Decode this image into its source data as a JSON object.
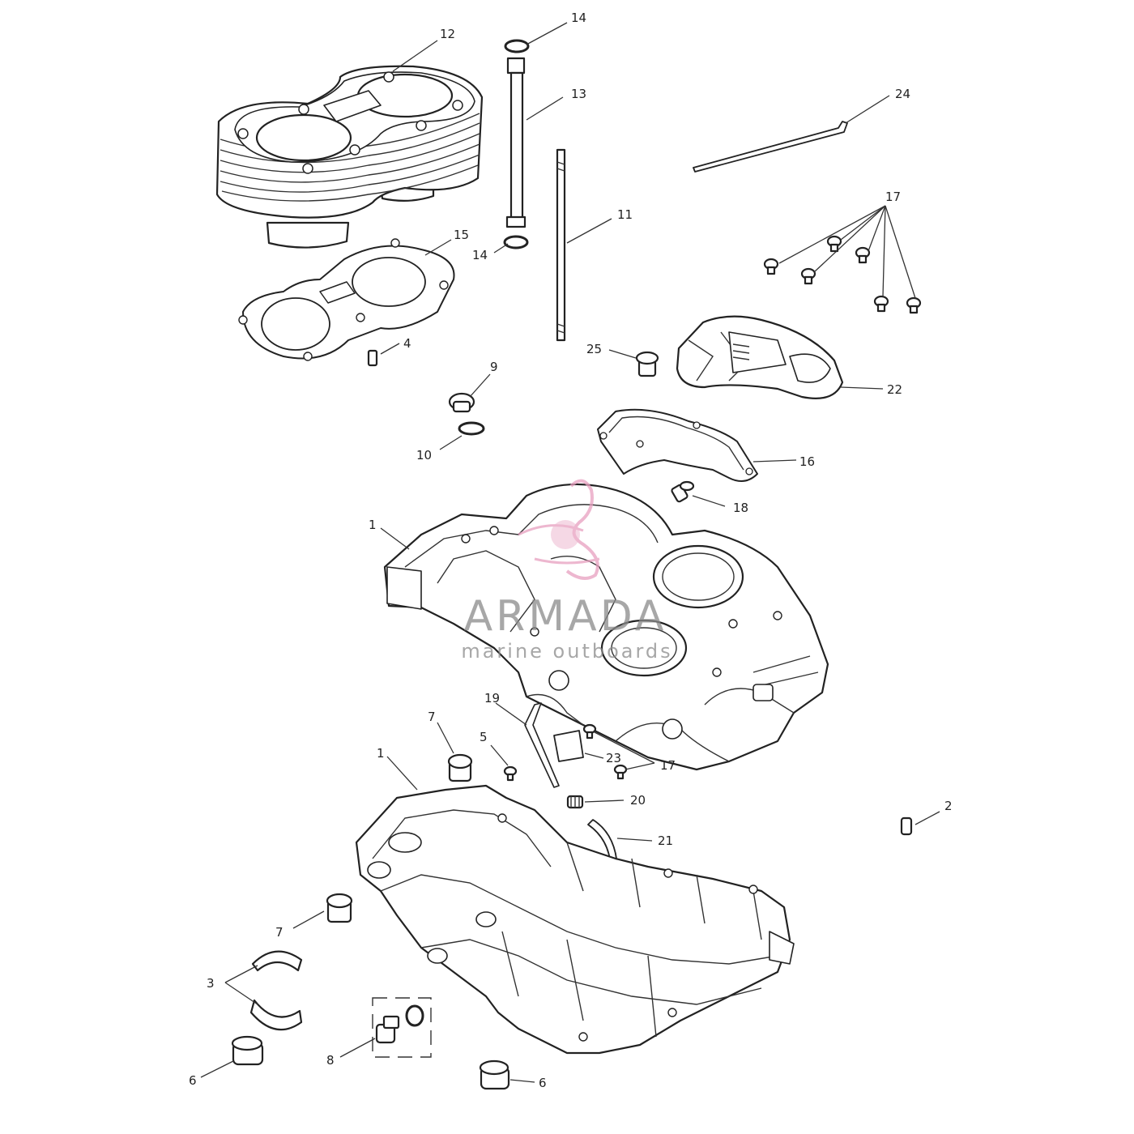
{
  "watermark": {
    "brand": "ARMADA",
    "tagline": "marine outboards",
    "accent_color": "#e8a0c0",
    "text_color": "#8a8a8a"
  },
  "callouts": [
    {
      "id": "c14a",
      "label": "14"
    },
    {
      "id": "c12",
      "label": "12"
    },
    {
      "id": "c13",
      "label": "13"
    },
    {
      "id": "c24",
      "label": "24"
    },
    {
      "id": "c11",
      "label": "11"
    },
    {
      "id": "c17a",
      "label": "17"
    },
    {
      "id": "c15",
      "label": "15"
    },
    {
      "id": "c14b",
      "label": "14"
    },
    {
      "id": "c4",
      "label": "4"
    },
    {
      "id": "c25",
      "label": "25"
    },
    {
      "id": "c9",
      "label": "9"
    },
    {
      "id": "c22",
      "label": "22"
    },
    {
      "id": "c10",
      "label": "10"
    },
    {
      "id": "c16",
      "label": "16"
    },
    {
      "id": "c18",
      "label": "18"
    },
    {
      "id": "c1a",
      "label": "1"
    },
    {
      "id": "c19",
      "label": "19"
    },
    {
      "id": "c7a",
      "label": "7"
    },
    {
      "id": "c5",
      "label": "5"
    },
    {
      "id": "c23",
      "label": "23"
    },
    {
      "id": "c17b",
      "label": "17"
    },
    {
      "id": "c1b",
      "label": "1"
    },
    {
      "id": "c20",
      "label": "20"
    },
    {
      "id": "c2",
      "label": "2"
    },
    {
      "id": "c21",
      "label": "21"
    },
    {
      "id": "c7b",
      "label": "7"
    },
    {
      "id": "c3",
      "label": "3"
    },
    {
      "id": "c8",
      "label": "8"
    },
    {
      "id": "c6a",
      "label": "6"
    },
    {
      "id": "c6b",
      "label": "6"
    }
  ]
}
